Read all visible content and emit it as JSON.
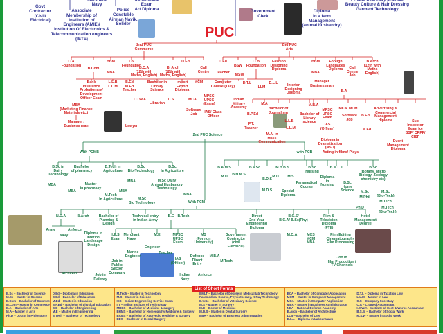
{
  "top_careers": [
    "Govt\nContractor\n(Civil/\nElectrical)",
    "Associate\nMembership of\nInstitution of\nEngineers (AMIE)/\nInstitution Of Electronics &\nTelecommunication engineers\n(IETE)",
    "Merchant\nNavy",
    "Police\nConstable\nAirman Navik,\nSolider",
    "Commercial\nExam\nArt Diploma",
    "Government\nClerk",
    "Diploma\nin a farm\nManagement\n(animal husbandry)",
    "Private Secretary practice\nBeauty Culture & Hair Dressing\nGarment Technology"
  ],
  "puc_title": "PUC",
  "commerce": [
    "2nd PUC\nCommerce",
    "C.A\nFoundation",
    "B.Com",
    "BBM",
    "MBA",
    "CS\nFoundation",
    "B.C.A\n(12th with Maths, English)",
    "B. Arch\n(12th with Maths, English)",
    "D.Ed",
    "Call\nCentre",
    "Bank\nInsurance\nProbationary/\nDevelopment\nOfficer Exam",
    "L.L.B\nL.L.M",
    "B.Ed\nM.Ed\nTeacher",
    "I.C.W.A",
    "Bachelor in\nLibrary\nScience",
    "Librarian",
    "C.S",
    "Import\nExport\nDiploma",
    "MCM",
    "MCA",
    "Software\nJob",
    "Computer\nCourse (Tally)",
    "MPSC\nUPSC\n(Exam)",
    "IAS/ Class\nOfficer",
    "Indian\nMilitary\nAcademy",
    "MBA\n(Marketing Finance\nMaterials etc.)",
    "Manager /\nBusiness man",
    "Lawyer"
  ],
  "arts": [
    "2nd PUC\nArts",
    "D.Ed",
    "Teacher",
    "BSW",
    "MSW",
    "LLB\nFoundation",
    "D.T.L",
    "LLM",
    "D.L.L",
    "Fashion\nDesigning\nDiploma",
    "Interior\nDesigning\nDiploma",
    "BBM",
    "MBA",
    "Manager\nBusinessman",
    "Foreign\nLanguages\nDiploma",
    "Call\nCentre\nJob",
    "B.Arch\n(12th with\nMaths\nEnglish)"
  ],
  "ba": [
    "B.A",
    "B.P.Ed",
    "P.T.\nTeacher",
    "M.A",
    "Bachelor of\nJournalism",
    "L.L.B",
    "L.L.M",
    "M.A. in\nMass\nCommunication",
    "Bachelor of\nLibrary\nscience",
    "M.B.A",
    "MPSC\nUPSC\nExam",
    "IAS\n(Officer)",
    "Diploma in\nDramatization\n(NSD)",
    "Acting in films/ Plays",
    "MCA  MCM",
    "Software\nJob",
    "B.Ed",
    "M.Ed",
    "Advertising &\nCommercial\nManagement\ndiploma",
    "Sub\nInspector\nExam for\nBSF/ CRPF/\nCISF",
    "Event\nManagement\nDiploma"
  ],
  "science": [
    "2nd PUC Science",
    "With PCMB",
    "with PCB",
    "With PCM"
  ],
  "pcmb": [
    "B.Sc in\nDairy\nTechnology",
    "MBA",
    "Bachelor\nof pharmacy",
    "MBA",
    "Master\nin pharmacy",
    "B.Tech in\nAgriculture",
    "M.Tech\nIn Agriculture",
    "MBA",
    "B.Sc\nBio-Technology",
    "MBA",
    "M.Sc\nBio Technology",
    "B.Sc\nIn Agriculture",
    "M.Sc Dairy\nAnimal Husbandry\nTechnology",
    "MBA"
  ],
  "pcb": [
    "B.A.M.S",
    "M.D",
    "B.H.M.S",
    "B.V.Sc",
    "B.D.S",
    "M.D.S",
    "M.B.B.S",
    "M.D",
    "M.S",
    "Special\nDiploma",
    "Paramedical\nCourse",
    "B.Sc\nNursing",
    "Diploma\nin\nNursing",
    "B.M.L.T",
    "B.Sc\nHome\nScience",
    "B.Sc\n(Botany, Micro\nBiology, Zoology\nchemistry etc)",
    "M.Sc",
    "M.Phil",
    "Ph.D",
    "M.Sc\n(Bio-Tech)",
    "M.Tech",
    "M.Tech\n(Bio-Tech)"
  ],
  "pcm": [
    "N.D.A",
    "Army",
    "Navy",
    "Airforce",
    "B.Arch",
    "Diploma in\nInterior/\nLandscape\nDesign",
    "Bachelor of\nPlanning &\nDesign",
    "Technical entry\nin Indian Army",
    "B.E",
    "B.Tech",
    "Direct\n2nd Year\nEngineering\nDiploma",
    "B.C.S/\nB.C.A/ B.Sc(Phy)",
    "M.C.A",
    "MCS\nMCM\nMBA",
    "Film &\nTelevision\nDiploma\n(FTII)",
    "Film Editing\nCinematography\nFilm Processing",
    "Hotel\nManagement\nDegree",
    "Job in\nfilm Production /\nTV Channels",
    "I.E.S\nExam",
    "Merchant\nNavy",
    "Marine\nEngineer",
    "M.E",
    "Engineer",
    "Teacher",
    "MPSC\nUPSC\nExam",
    "IAS\n(Officer)",
    "MS\n(Foreign\nUniversity)",
    "Defence\nDirect\nEntry",
    "Indian\nNavy",
    "Airforce",
    "M.B.A",
    "M.Tech",
    "Government\nContractor\n(civil\nElectrical)",
    "Job in\nPublic\nSector\nCompany",
    "Job in\nRailway",
    "Architect"
  ],
  "legend": {
    "title": "List of Short Forms",
    "columns": [
      "B.Sc – Bachelor of Science\nM.Sc – Master in Science\nB.Com – Bachelor of Commerce\nM.Com – Master in Commerce\nB.A – Bachelor of Arts\nM.A – Master in Arts\nPh.D – Doctor in Philosophy",
      "D.Ed – Diploma in Education\nB.Ed – Bachelor of Education\nM.Ed – Master in Education\nB.P.Ed – Bachelor of physical Education\nB.E – Bachelor of Engineering\nM.E – Master in Engineering\nB.Tech – Bachelor of Technology",
      "M.Tech – Master in Technology\nM.S – Master in Science\nIES – Indian Engineering Service Exam\nIIT – Indian Institute of Technology\nMBBS – Bachelor of Medicine & surgery\nBHMS – Bachelor of Homeopathy Medicine & Surgery\nBAMS – Bachelor of Ayurvedic Medicine & Surgery\nBDS – Bachelor of Dental Surgery",
      "BMLT – Bachelor of Degree in Medical lab Technology\nParamedical Course, Physiotherapy, X-Ray Technology\nB.V.Sc – Bachelor of Veterinary Science\nM.S – Master in Surgery\nM.D – Doctor of Medicine\nM.D.S – Master in Dental Surgery\nBBA – Bachelor of Business Administration",
      "BCA – Bachelor of Computer Application\nMCM – Master in Computer Management\nMCA – Master in Computer Application\nMBA – Master in Business Administration\nNDA – National Defence Academy\nB.Arch – Bachelor of Architecture\nLLB – Bachelor of Law\nD.L.L – Diploma in Labour Laws",
      "D.T.L – Diploma in Taxation Law\nL.L.M – Master in Law\nC.S – Company Secretary\nC.A – Charted Accountant\nI.C.W.A – Institute of Cost & Works Accountant\nB.S.W – Bachelor of Social Work\nM.S.W – Master in Social Work"
    ]
  },
  "colors": {
    "frame": "#1a9a3a",
    "commerce_arts": "#d42020",
    "science": "#1f7a4a",
    "top": "#2b2f8f",
    "legend_bg": "#fde68a"
  }
}
